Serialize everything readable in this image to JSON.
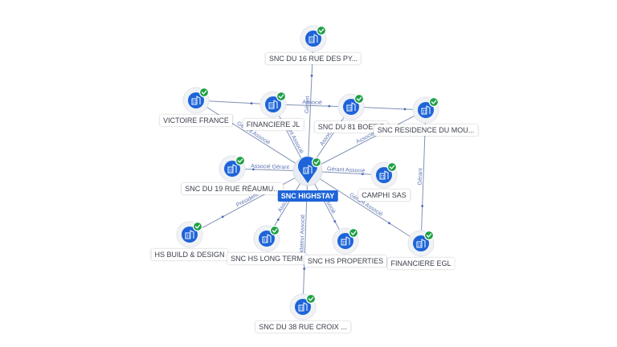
{
  "center": {
    "id": "highstay",
    "label": "SNC HIGHSTAY"
  },
  "nodes": [
    {
      "id": "pyr",
      "label": "SNC DU 16 RUE DES PY..."
    },
    {
      "id": "vic",
      "label": "VICTOIRE FRANCE"
    },
    {
      "id": "fjl",
      "label": "FINANCIERE JL"
    },
    {
      "id": "boe",
      "label": "SNC DU 81 BOETIE"
    },
    {
      "id": "res",
      "label": "SNC RESIDENCE DU MOU..."
    },
    {
      "id": "rea",
      "label": "SNC DU 19 RUE RÉAUMU..."
    },
    {
      "id": "cam",
      "label": "CAMPHI SAS"
    },
    {
      "id": "hsb",
      "label": "HS BUILD & DESIGN"
    },
    {
      "id": "hslt",
      "label": "SNC HS LONG TERM"
    },
    {
      "id": "hsp",
      "label": "SNC HS PROPERTIES"
    },
    {
      "id": "egl",
      "label": "FINANCIERE EGL"
    },
    {
      "id": "cro",
      "label": "SNC DU 38 RUE CROIX ..."
    }
  ],
  "edges": [
    {
      "from": "highstay",
      "to": "pyr",
      "label": "Gérant"
    },
    {
      "from": "highstay",
      "to": "vic",
      "label": "Gérant Associé"
    },
    {
      "from": "highstay",
      "to": "fjl",
      "label": "Gérant Associé"
    },
    {
      "from": "highstay",
      "to": "boe",
      "label": "Associé"
    },
    {
      "from": "highstay",
      "to": "res",
      "label": "Associé"
    },
    {
      "from": "highstay",
      "to": "rea",
      "label": "Associé Gérant"
    },
    {
      "from": "highstay",
      "to": "cam",
      "label": "Gérant Associé"
    },
    {
      "from": "highstay",
      "to": "hsb",
      "label": "Président"
    },
    {
      "from": "highstay",
      "to": "hslt",
      "label": "Associé"
    },
    {
      "from": "highstay",
      "to": "hsp",
      "label": "Associé"
    },
    {
      "from": "highstay",
      "to": "egl",
      "label": "Gérant Associé"
    },
    {
      "from": "highstay",
      "to": "cro",
      "label": "Liquidateur Associé"
    },
    {
      "from": "fjl",
      "to": "boe",
      "label": "Associé"
    },
    {
      "from": "vic",
      "to": "fjl",
      "label": ""
    },
    {
      "from": "boe",
      "to": "res",
      "label": ""
    },
    {
      "from": "res",
      "to": "egl",
      "label": "Gérant"
    }
  ],
  "colors": {
    "node": "#1e64d8",
    "check": "#1fa046",
    "edge": "#6b7fa6",
    "edge_label": "#5b73b5"
  },
  "icons": {
    "node_icon": "building-icon",
    "status_icon": "check-circle-icon",
    "center_icon": "map-pin-icon"
  }
}
